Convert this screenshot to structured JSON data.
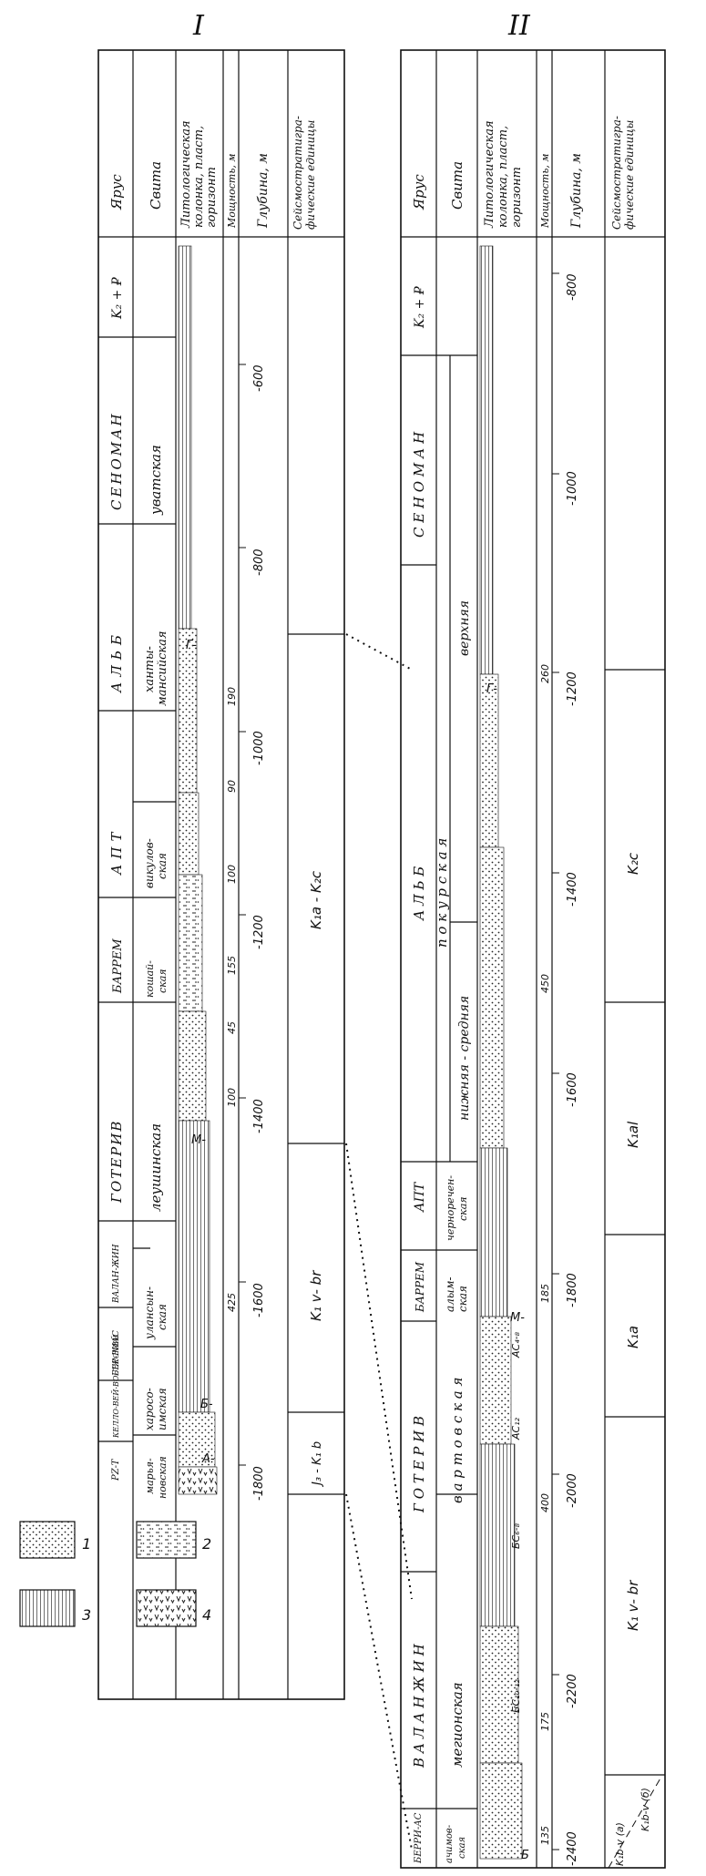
{
  "columns": [
    {
      "roman": "I",
      "headers": [
        "Ярус",
        "Свита",
        "Литологическая колонка, пласт, горизонт",
        "Мощность, м",
        "Глубина, м",
        "Сейсмостратиграфические единицы"
      ],
      "stages": [
        "K₂ + ₽",
        "СЕНОМАН",
        "АЛЬБ",
        "АПТ",
        "БАРРЕМ",
        "ГОТЕРИВ",
        "ВАЛАН-ЖИН",
        "БЕР-РИАС",
        "КЕЛЛО-ВЕЙ-ВО-ЛЖСКИЙ",
        "PZ-T"
      ],
      "suites": [
        "уватская",
        "ханты-мансийская",
        "викулов-ская",
        "кошай-ская",
        "леушинская",
        "улансын-ская",
        "харосо-имская",
        "марья-новская"
      ],
      "horizons": [
        "Г-",
        "М-",
        "Б-",
        "А-"
      ],
      "thickness": [
        "190",
        "90",
        "100",
        "155",
        "45",
        "100",
        "425"
      ],
      "depth": [
        "-600",
        "-800",
        "-1000",
        "-1200",
        "-1400",
        "-1600",
        "-1800"
      ],
      "seismic": [
        "K₁a - K₂c",
        "K₁ v- br",
        "J₃ - K₁ b"
      ]
    },
    {
      "roman": "II",
      "headers": [
        "Ярус",
        "Свита",
        "Литологическая колонка, пласт, горизонт",
        "Мощность, м",
        "Глубина, м",
        "Сейсмостратиграфические единицы"
      ],
      "stages": [
        "K₂ + ₽",
        "С Е Н О М А Н",
        "А Л Ь Б",
        "АПТ",
        "БАРРЕМ",
        "Г О Т Е Р И В",
        "В А Л А Н Ж И Н",
        "БЕРРИ-АС"
      ],
      "suites": [
        "п о к у р с к а я",
        "верхняя",
        "нижняя - средняя",
        "черноречен-ская",
        "алым-ская",
        "в а р т о в с к а я",
        "мегионская",
        "ачимов-ская"
      ],
      "horizons": [
        "Г-",
        "М-",
        "Б"
      ],
      "layers": [
        "АС₄-₈",
        "АС₁₂",
        "БС₆-₈",
        "БС₁₀-₁₂"
      ],
      "thickness": [
        "260",
        "450",
        "185",
        "400",
        "175",
        "135"
      ],
      "depth": [
        "-800",
        "-1000",
        "-1200",
        "-1400",
        "-1600",
        "-1800",
        "-2000",
        "-2200",
        "-2400"
      ],
      "seismic": [
        "K₂c",
        "K₁al",
        "K₁a",
        "K₁ v- br",
        "K₁b-v (б)",
        "K₁b-v (a)"
      ]
    }
  ],
  "legend": [
    {
      "num": "1",
      "pattern": "sand"
    },
    {
      "num": "2",
      "pattern": "silt-clay"
    },
    {
      "num": "3",
      "pattern": "clay"
    },
    {
      "num": "4",
      "pattern": "volcanic"
    }
  ]
}
